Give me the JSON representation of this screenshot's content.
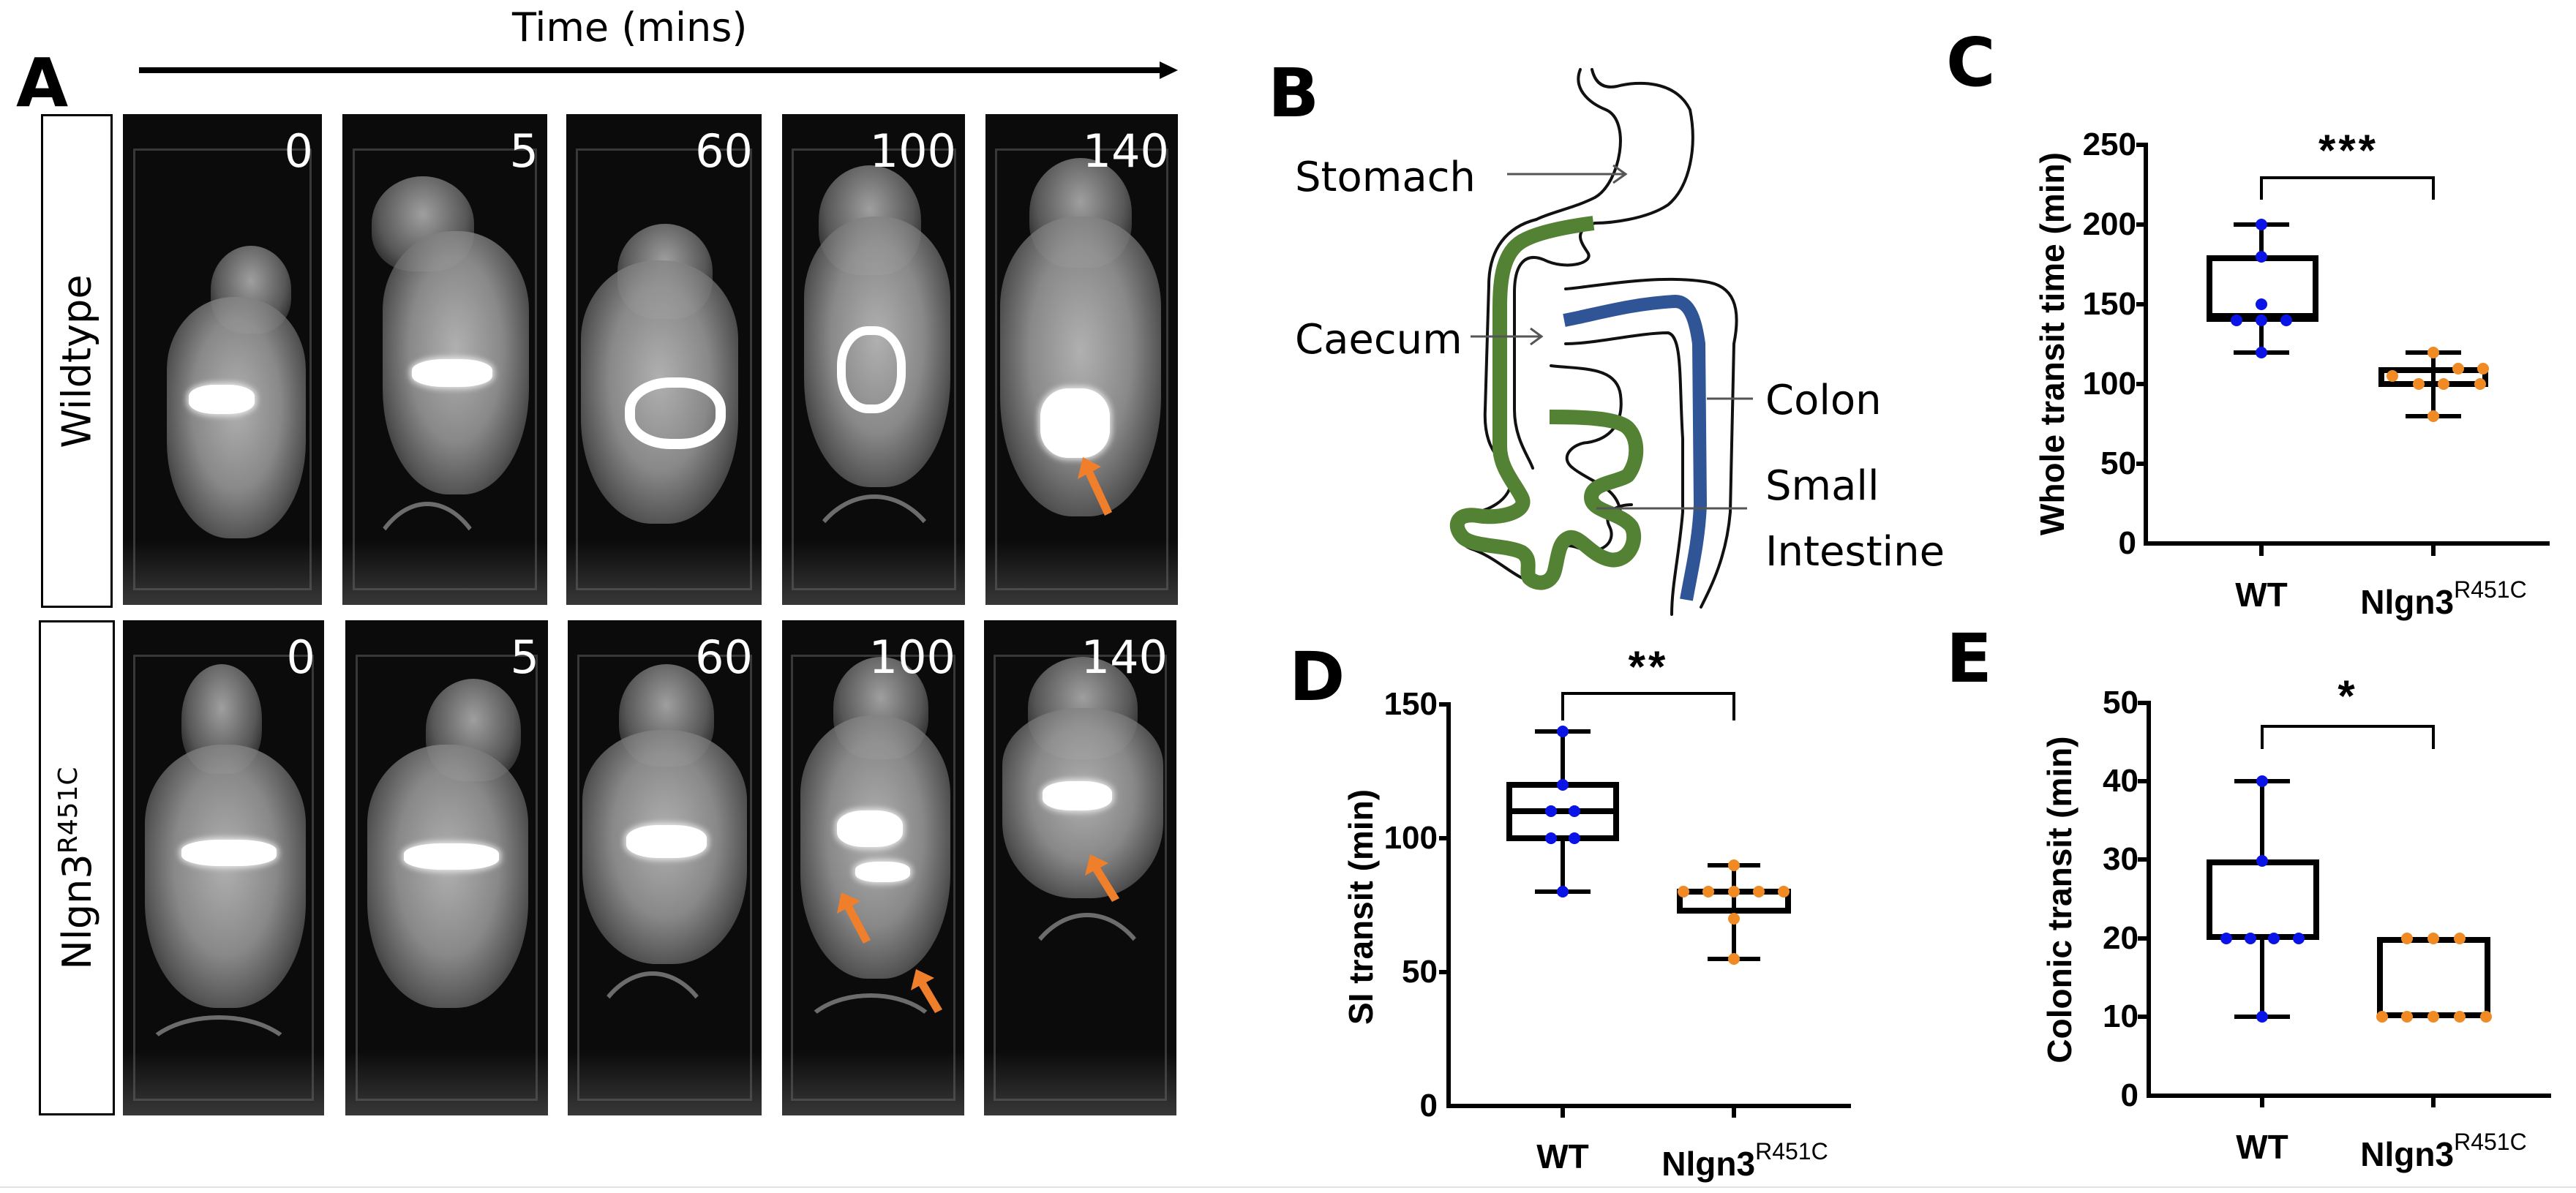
{
  "figure": {
    "panels": [
      "A",
      "B",
      "C",
      "D",
      "E"
    ]
  },
  "panel_a": {
    "letter": "A",
    "time_axis_title": "Time (mins)",
    "timepoints": [
      "0",
      "5",
      "60",
      "100",
      "140"
    ],
    "rows": [
      {
        "label": "Wildtype",
        "label_sup": "",
        "arrows_at": [
          "140"
        ]
      },
      {
        "label": "Nlgn3",
        "label_sup": "R451C",
        "arrows_at": [
          "100",
          "100",
          "140"
        ]
      }
    ],
    "arrow_color": "#f07f2c"
  },
  "panel_b": {
    "letter": "B",
    "labels": {
      "stomach": "Stomach",
      "caecum": "Caecum",
      "colon": "Colon",
      "small_intestine_1": "Small",
      "small_intestine_2": "Intestine"
    },
    "colors": {
      "small_intestine_path": "#548235",
      "colon_path": "#2f5597",
      "outline": "#000000"
    }
  },
  "panel_c": {
    "letter": "C",
    "ylabel": "Whole transit time (min)",
    "yticks": [
      "0",
      "50",
      "100",
      "150",
      "200",
      "250"
    ],
    "categories": [
      "WT",
      "Nlgn3"
    ],
    "category_sup": [
      "",
      "R451C"
    ],
    "significance": "***"
  },
  "panel_d": {
    "letter": "D",
    "ylabel": "SI transit (min)",
    "yticks": [
      "0",
      "50",
      "100",
      "150"
    ],
    "categories": [
      "WT",
      "Nlgn3"
    ],
    "category_sup": [
      "",
      "R451C"
    ],
    "significance": "**"
  },
  "panel_e": {
    "letter": "E",
    "ylabel": "Colonic transit (min)",
    "yticks": [
      "0",
      "10",
      "20",
      "30",
      "40",
      "50"
    ],
    "categories": [
      "WT",
      "Nlgn3"
    ],
    "category_sup": [
      "",
      "R451C"
    ],
    "significance": "*"
  },
  "colors": {
    "wt_points": "#0a14e6",
    "mutant_points": "#f08a24",
    "box": "#000000"
  },
  "chart_data": [
    {
      "panel": "C",
      "type": "box",
      "title": "",
      "xlabel": "",
      "ylabel": "Whole transit time (min)",
      "ylim": [
        0,
        250
      ],
      "yticks": [
        0,
        50,
        100,
        150,
        200,
        250
      ],
      "categories": [
        "WT",
        "Nlgn3R451C"
      ],
      "series": [
        {
          "name": "WT",
          "color": "#0a14e6",
          "points": [
            200,
            180,
            150,
            140,
            140,
            140,
            120
          ],
          "min": 120,
          "q1": 140,
          "median": 143,
          "q3": 178,
          "max": 200
        },
        {
          "name": "Nlgn3R451C",
          "color": "#f08a24",
          "points": [
            120,
            110,
            110,
            105,
            100,
            100,
            100,
            80
          ],
          "min": 80,
          "q1": 101,
          "median": 105,
          "q3": 109,
          "max": 120
        }
      ],
      "annotation": {
        "text": "***",
        "between": [
          "WT",
          "Nlgn3R451C"
        ],
        "y": 230
      },
      "grid": false
    },
    {
      "panel": "D",
      "type": "box",
      "title": "",
      "xlabel": "",
      "ylabel": "SI transit (min)",
      "ylim": [
        0,
        150
      ],
      "yticks": [
        0,
        50,
        100,
        150
      ],
      "categories": [
        "WT",
        "Nlgn3R451C"
      ],
      "series": [
        {
          "name": "WT",
          "color": "#0a14e6",
          "points": [
            140,
            120,
            110,
            110,
            100,
            100,
            80
          ],
          "min": 80,
          "q1": 100,
          "median": 110,
          "q3": 120,
          "max": 140
        },
        {
          "name": "Nlgn3R451C",
          "color": "#f08a24",
          "points": [
            90,
            80,
            80,
            80,
            80,
            80,
            70,
            55
          ],
          "min": 55,
          "q1": 73,
          "median": 80,
          "q3": 80,
          "max": 90
        }
      ],
      "annotation": {
        "text": "**",
        "between": [
          "WT",
          "Nlgn3R451C"
        ],
        "y": 153
      },
      "grid": false
    },
    {
      "panel": "E",
      "type": "box",
      "title": "",
      "xlabel": "",
      "ylabel": "Colonic transit (min)",
      "ylim": [
        0,
        50
      ],
      "yticks": [
        0,
        10,
        20,
        30,
        40,
        50
      ],
      "categories": [
        "WT",
        "Nlgn3R451C"
      ],
      "series": [
        {
          "name": "WT",
          "color": "#0a14e6",
          "points": [
            40,
            30,
            20,
            20,
            20,
            20,
            10
          ],
          "min": 10,
          "q1": 20,
          "median": 20,
          "q3": 30,
          "max": 40
        },
        {
          "name": "Nlgn3R451C",
          "color": "#f08a24",
          "points": [
            20,
            20,
            20,
            10,
            10,
            10,
            10,
            10
          ],
          "min": 10,
          "q1": 10,
          "median": 10,
          "q3": 20,
          "max": 20
        }
      ],
      "annotation": {
        "text": "*",
        "between": [
          "WT",
          "Nlgn3R451C"
        ],
        "y": 46
      },
      "grid": false
    }
  ]
}
